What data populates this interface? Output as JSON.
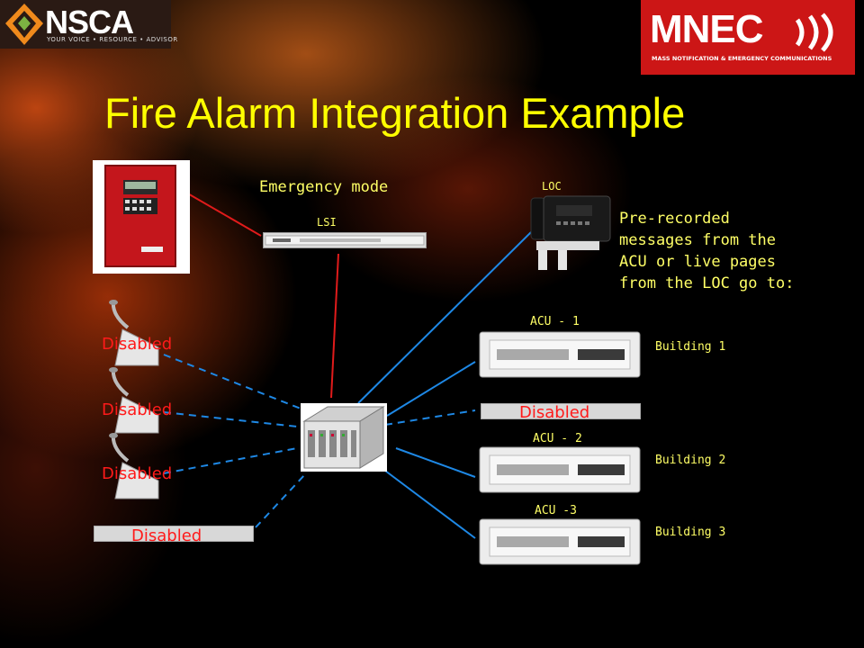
{
  "logos": {
    "left_brand": "NSCA",
    "left_tagline": "YOUR VOICE • RESOURCE • ADVISOR",
    "right_brand": "MNEC",
    "right_tagline": "MASS NOTIFICATION & EMERGENCY COMMUNICATIONS"
  },
  "title": "Fire Alarm Integration Example",
  "labels": {
    "emergency_mode": "Emergency mode",
    "lsi": "LSI",
    "loc": "LOC",
    "note": [
      "Pre-recorded",
      "messages from the",
      "ACU or live pages",
      "from the LOC go to:"
    ],
    "acu1": "ACU - 1",
    "acu2": "ACU - 2",
    "acu3": "ACU -3",
    "building1": "Building 1",
    "building2": "Building 2",
    "building3": "Building 3",
    "disabled": "Disabled"
  },
  "colors": {
    "title": "#ffff00",
    "label": "#ffff66",
    "disabled": "#ff1a1a",
    "link_solid": "#1e88e5",
    "link_red": "#e01b1b"
  }
}
